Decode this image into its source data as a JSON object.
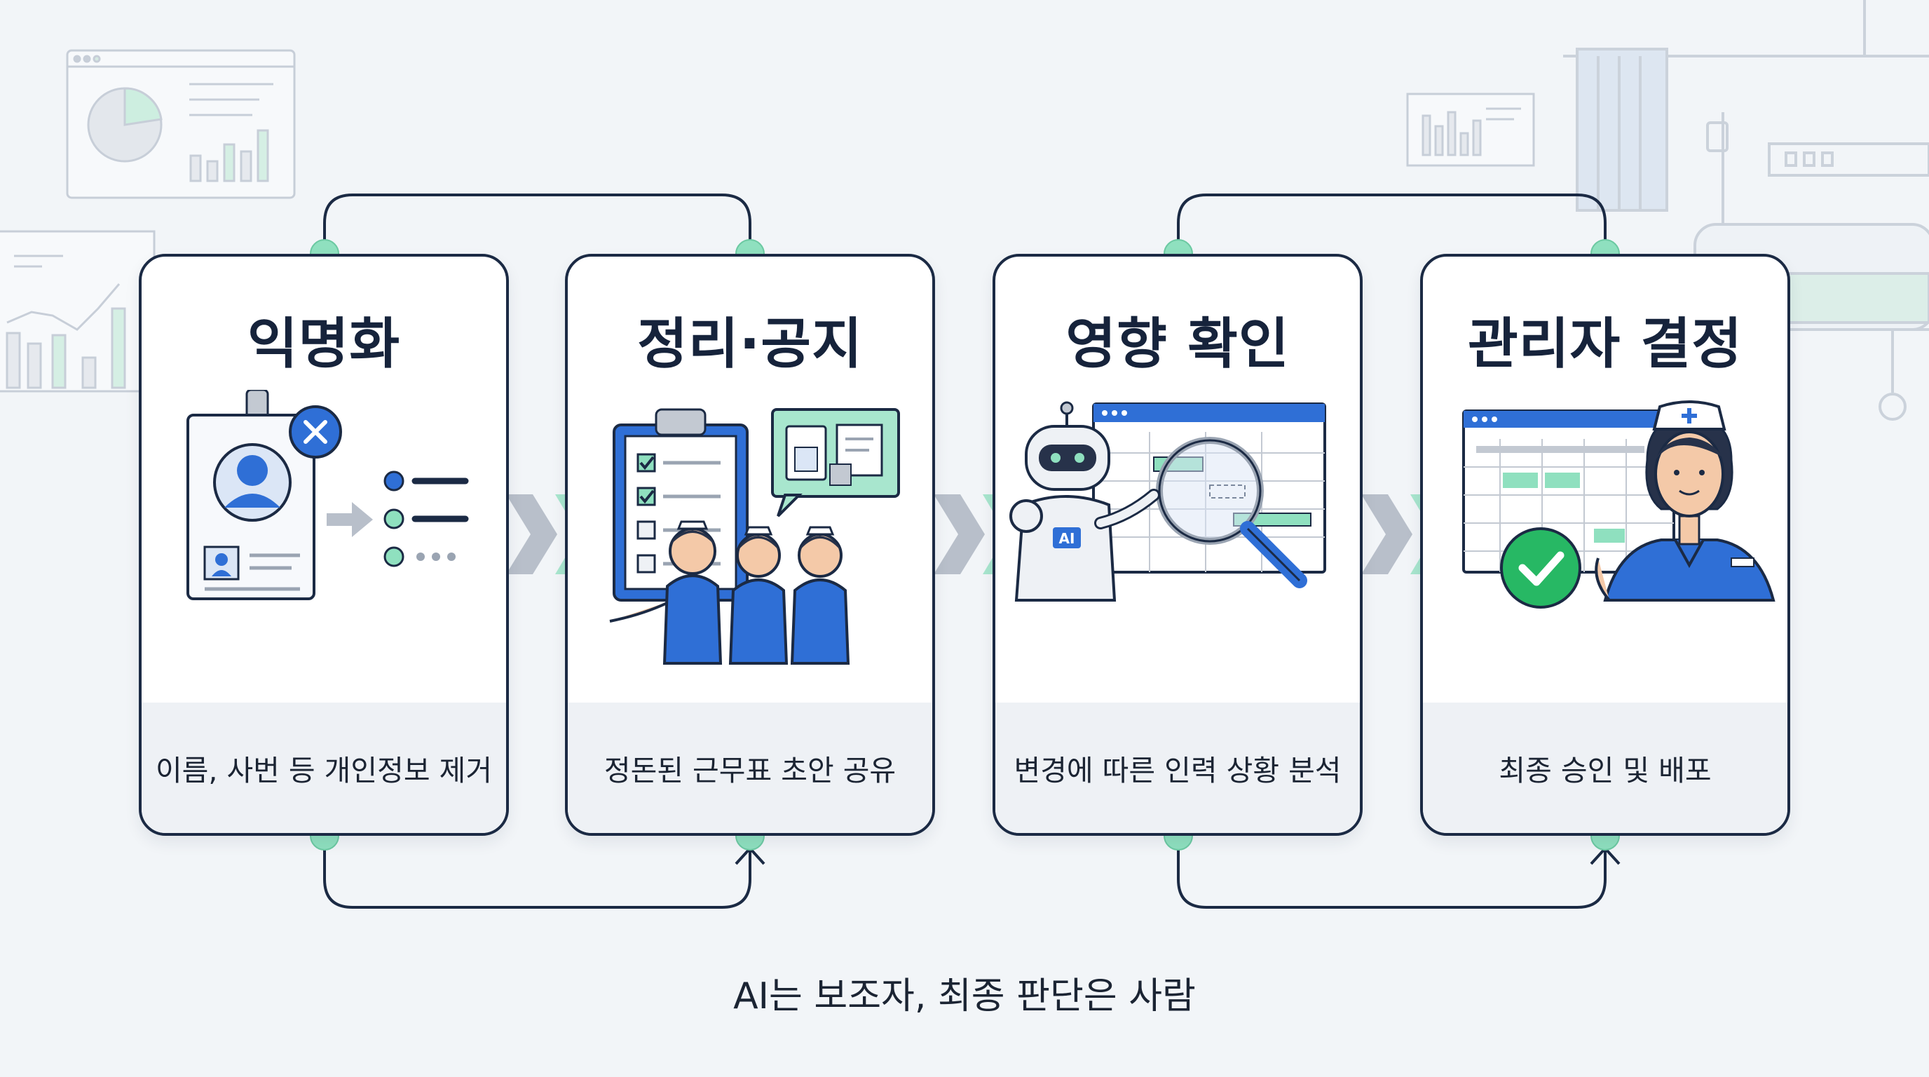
{
  "steps": [
    {
      "title": "익명화",
      "caption": "이름, 사번 등 개인정보 제거",
      "badge_text": ""
    },
    {
      "title": "정리·공지",
      "caption": "정돈된 근무표 초안 공유",
      "badge_text": ""
    },
    {
      "title": "영향 확인",
      "caption": "변경에 따른 인력 상황 분석",
      "badge_text": "AI"
    },
    {
      "title": "관리자 결정",
      "caption": "최종 승인 및 배포",
      "badge_text": ""
    }
  ],
  "footer_caption": "AI는 보조자, 최종 판단은 사람",
  "colors": {
    "navy": "#1b2a44",
    "blue": "#2f6fd6",
    "mint": "#7fdcb8",
    "green": "#27b864",
    "background": "#f2f5f8",
    "card_footer": "#eef1f5"
  },
  "icons": [
    "id-badge-icon",
    "remove-x-icon",
    "arrow-right-icon",
    "bulleted-list-icon",
    "clipboard-checklist-icon",
    "bulletin-board-icon",
    "nurse-team-icon",
    "robot-icon",
    "magnifier-icon",
    "schedule-grid-icon",
    "nurse-icon",
    "approve-check-icon",
    "chevron-right-icon"
  ]
}
